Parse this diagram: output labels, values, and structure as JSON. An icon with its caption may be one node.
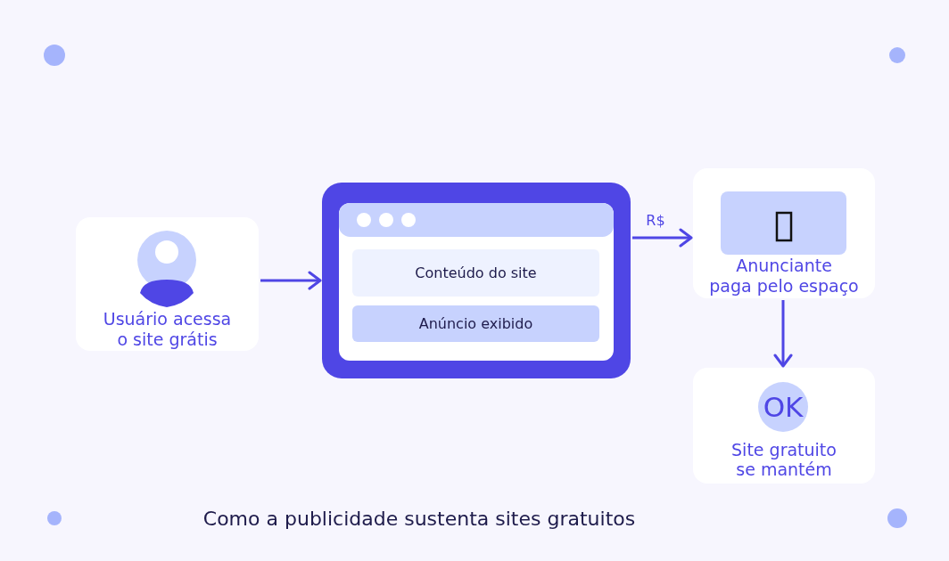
{
  "diagram": {
    "title": "Como a publicidade sustenta sites gratuitos",
    "nodes": [
      {
        "text": [
          "Usuário acessa o site grátis"
        ]
      },
      {
        "text": [],
        "shape": "box"
      },
      {
        "text": [],
        "shape": "bar",
        "in": 1
      },
      {
        "text": [
          "Conteúdo do site"
        ],
        "in": 1
      },
      {
        "text": [
          "Anúncio exibido"
        ],
        "in": 1
      },
      {
        "text": [
          "Anunciante paga pelo espaço"
        ]
      },
      {
        "text": [
          "Site gratuito se mantém"
        ]
      },
      {
        "text": [
          "OK"
        ],
        "in": 6
      }
    ],
    "edges": [
      {
        "from": 0,
        "to": 1,
        "arrow": "to"
      },
      {
        "from": 1,
        "to": 5,
        "arrow": "to",
        "label": "R$"
      },
      {
        "from": 5,
        "to": 6,
        "arrow": "to"
      }
    ]
  }
}
